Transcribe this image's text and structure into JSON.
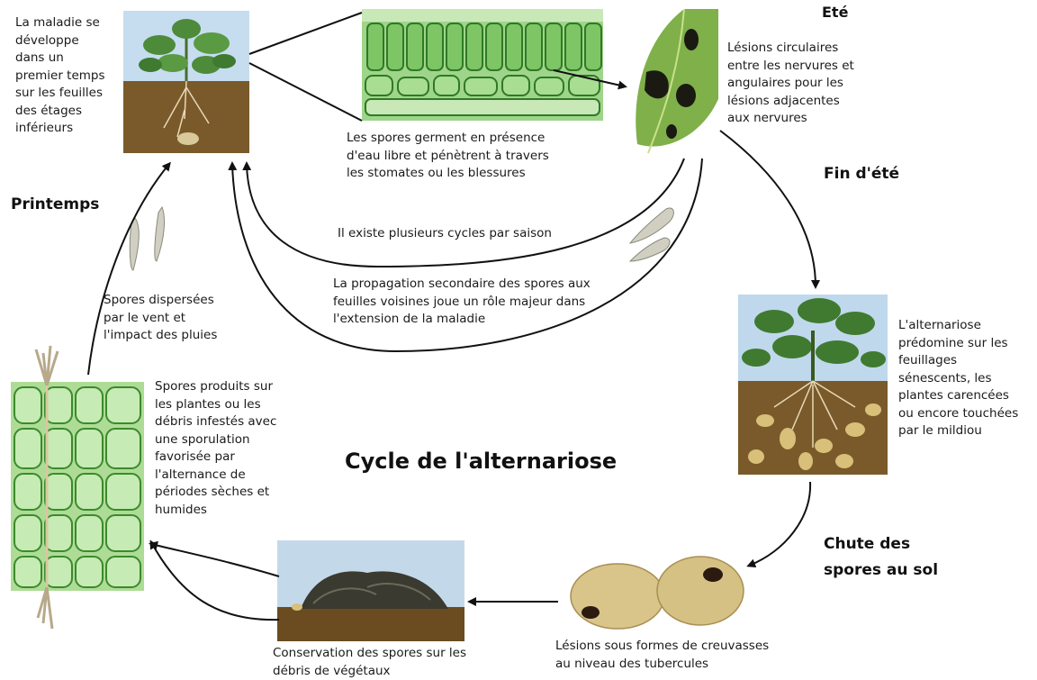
{
  "title": "Cycle de l'alternariose",
  "seasons": {
    "ete": "Eté",
    "fin_ete": "Fin d'été",
    "printemps": "Printemps",
    "chute": "Chute des\nspores au sol"
  },
  "captions": {
    "maladie": "La maladie se\ndéveloppe\ndans un\npremier temps\nsur les feuilles\ndes étages\ninférieurs",
    "spores_germent": "Les spores germent en présence\nd'eau libre et pénètrent à travers\nles stomates ou les blessures",
    "lesions_circulaires": "Lésions circulaires\nentre les nervures et\nangulaires pour les\nlésions adjacentes\naux nervures",
    "plusieurs_cycles": "Il existe plusieurs cycles par saison",
    "propagation": "La propagation secondaire des spores aux\nfeuilles voisines joue un rôle majeur dans\nl'extension de la maladie",
    "predomine": "L'alternariose\nprédomine sur les\nfeuillages\nsénescents, les\nplantes carencées\nou encore touchées\npar le mildiou",
    "dispersees": "Spores dispersées\npar le vent et\nl'impact des pluies",
    "produits": "Spores produits sur\nles plantes ou les\ndébris infestés avec\nune sporulation\nfavorisée par\nl'alternance de\npériodes sèches et\nhumides",
    "conservation": "Conservation des spores sur les\ndébris de végétaux",
    "creuvasses": "Lésions sous formes de creuvasses\nau niveau des tubercules"
  }
}
